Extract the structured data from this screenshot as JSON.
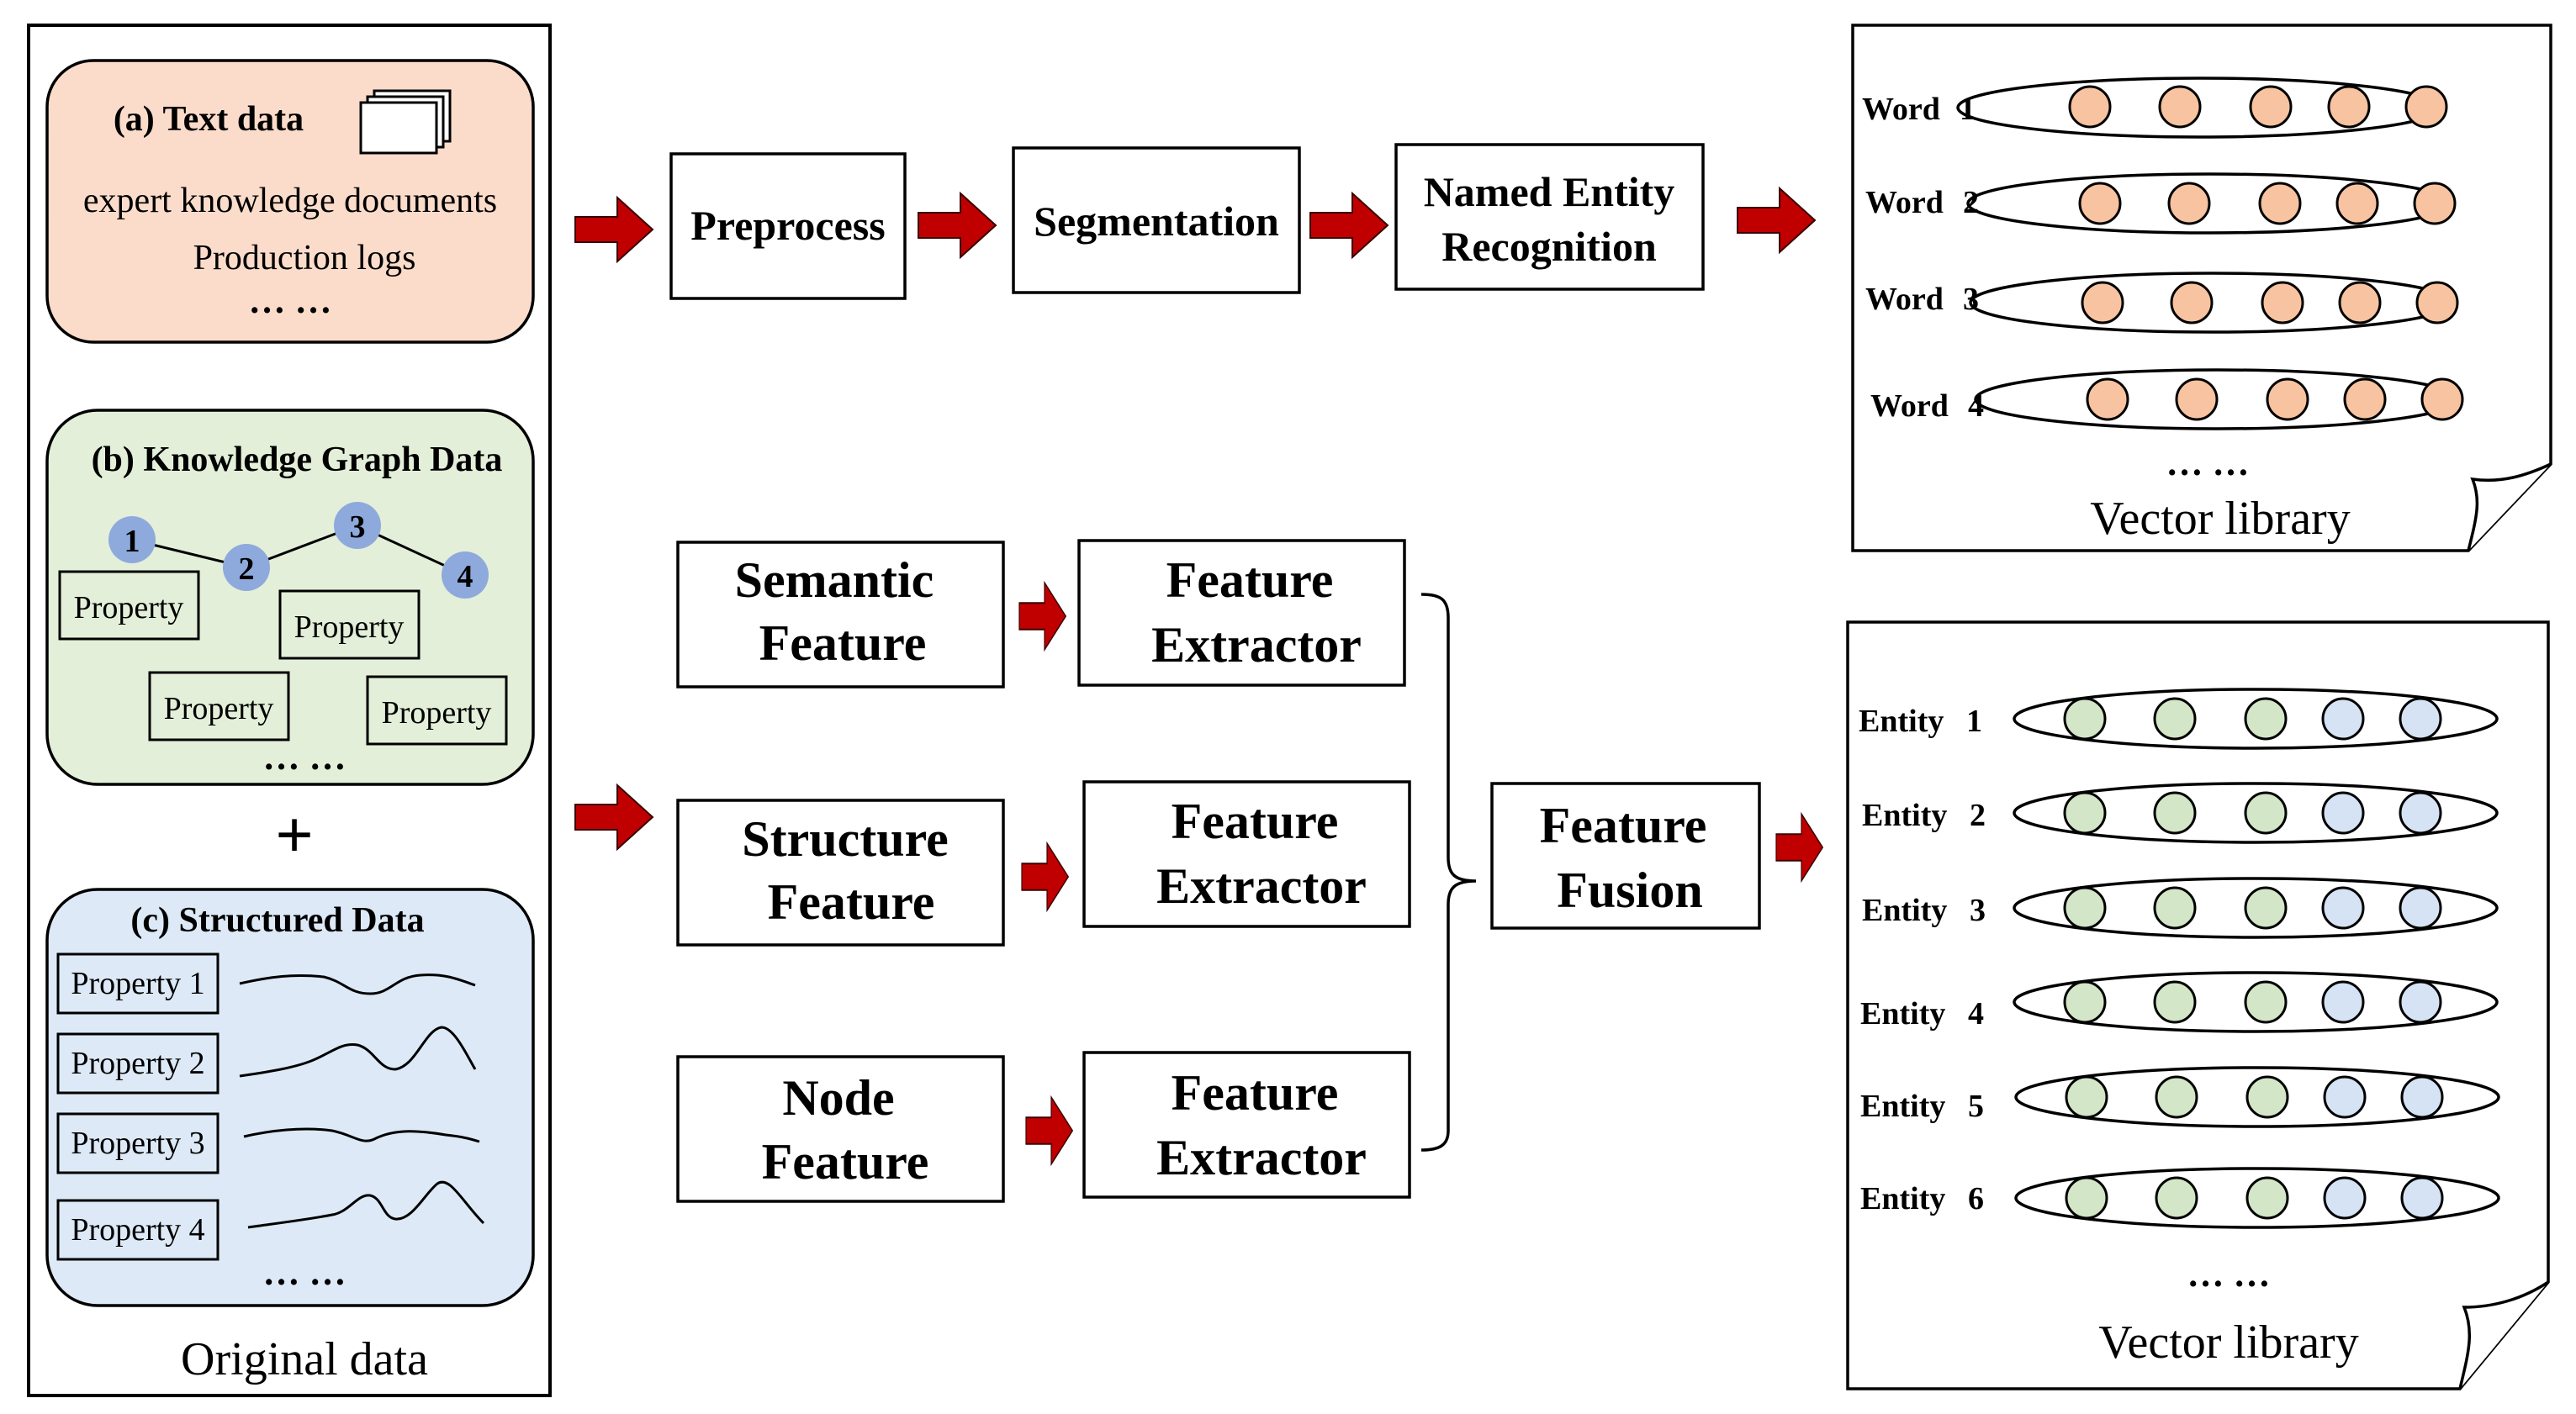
{
  "original": {
    "caption": "Original data",
    "text_data": {
      "title": "(a) Text data",
      "line1": "expert knowledge documents",
      "line2": "Production logs",
      "ellipsis": "… …"
    },
    "kg": {
      "title": "(b) Knowledge Graph Data",
      "nodes": [
        "1",
        "2",
        "3",
        "4"
      ],
      "properties": [
        "Property",
        "Property",
        "Property",
        "Property"
      ],
      "ellipsis": "… …"
    },
    "plus": "+",
    "structured": {
      "title": "(c) Structured Data",
      "properties": [
        "Property 1",
        "Property 2",
        "Property 3",
        "Property 4"
      ],
      "ellipsis": "… …"
    }
  },
  "text_pipeline": {
    "preprocess": "Preprocess",
    "segmentation": "Segmentation",
    "ner_line1": "Named Entity",
    "ner_line2": "Recognition"
  },
  "word_library": {
    "words": [
      {
        "label": "Word",
        "num": "1"
      },
      {
        "label": "Word",
        "num": "2"
      },
      {
        "label": "Word",
        "num": "3"
      },
      {
        "label": "Word",
        "num": "4"
      }
    ],
    "ellipsis": "… …",
    "caption": "Vector library"
  },
  "features": {
    "semantic": [
      "Semantic",
      "Feature"
    ],
    "structure": [
      "Structure",
      "Feature"
    ],
    "node": [
      "Node",
      "Feature"
    ],
    "extractor": [
      "Feature",
      "Extractor"
    ],
    "fusion": [
      "Feature",
      "Fusion"
    ]
  },
  "entity_library": {
    "entities": [
      {
        "label": "Entity",
        "num": "1"
      },
      {
        "label": "Entity",
        "num": "2"
      },
      {
        "label": "Entity",
        "num": "3"
      },
      {
        "label": "Entity",
        "num": "4"
      },
      {
        "label": "Entity",
        "num": "5"
      },
      {
        "label": "Entity",
        "num": "6"
      }
    ],
    "ellipsis": "… …",
    "caption": "Vector library"
  },
  "colors": {
    "text_bg": "#fbdccb",
    "kg_bg": "#e3efd9",
    "struct_bg": "#dde9f6",
    "node_fill": "#8eaadc",
    "arrow_red": "#c00000",
    "word_dot": "#f7c3a0",
    "entity_green": "#d3e6c7",
    "entity_blue": "#d5e3f4"
  }
}
